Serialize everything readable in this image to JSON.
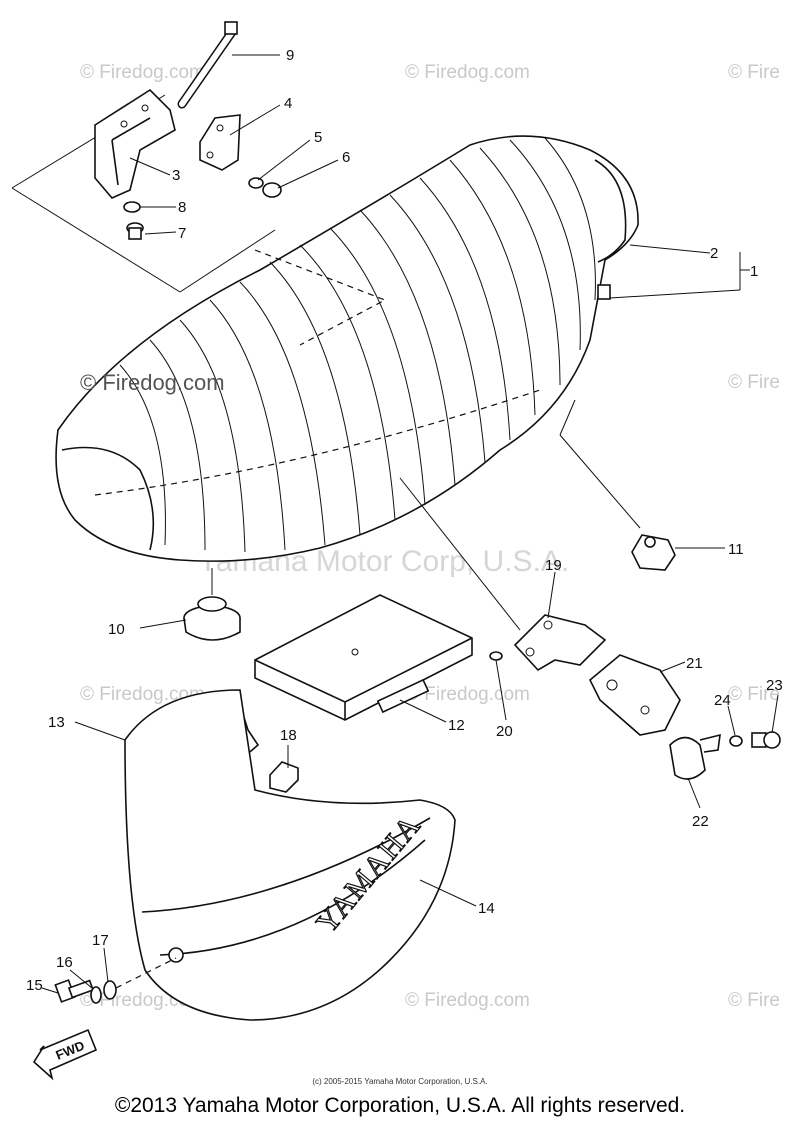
{
  "watermark": {
    "site": "© Firedog.com",
    "site_short": "© Fire",
    "corp": "Yamaha Motor Corp, U.S.A."
  },
  "callouts": [
    "1",
    "2",
    "3",
    "4",
    "5",
    "6",
    "7",
    "8",
    "9",
    "10",
    "11",
    "12",
    "13",
    "14",
    "15",
    "16",
    "17",
    "18",
    "19",
    "20",
    "21",
    "22",
    "23",
    "24"
  ],
  "cover_brand": "YAMAHA",
  "arrow_label": "FWD",
  "small_credit": "(c) 2005-2015 Yamaha Motor Corporation, U.S.A.",
  "copyright": "©2013 Yamaha Motor Corporation, U.S.A. All rights reserved."
}
